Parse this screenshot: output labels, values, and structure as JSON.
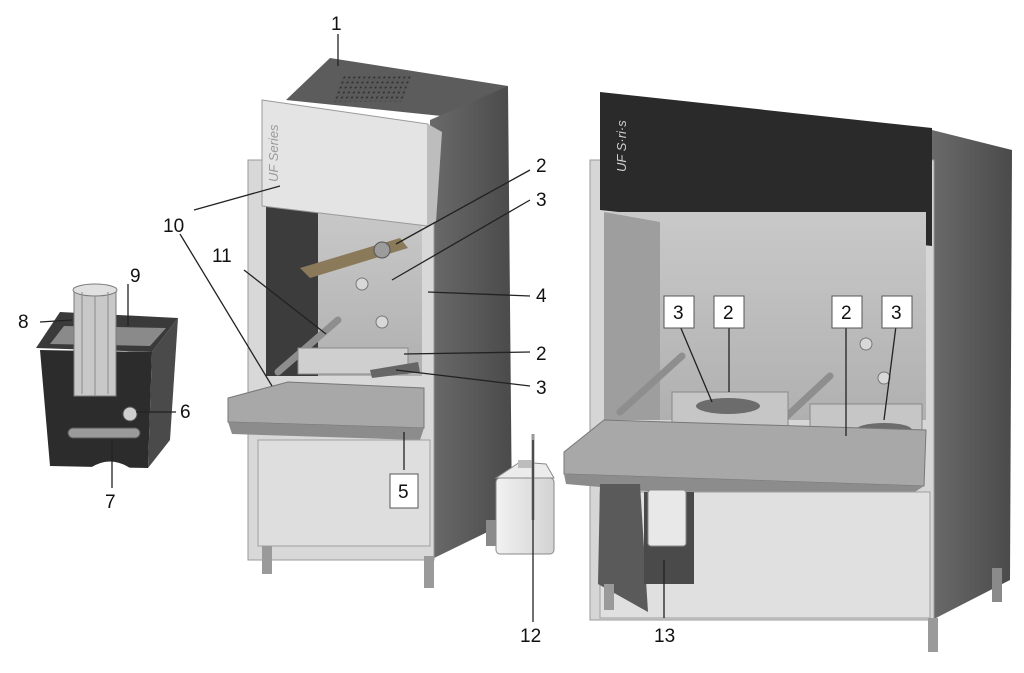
{
  "figure": {
    "brand_left": "UF Series",
    "brand_right": "UF S·ri·s"
  },
  "callouts": {
    "c1": "1",
    "c2a": "2",
    "c3a": "3",
    "c4": "4",
    "c2b": "2",
    "c3b": "3",
    "c5": "5",
    "c6": "6",
    "c7": "7",
    "c8": "8",
    "c9": "9",
    "c10": "10",
    "c11": "11",
    "c12": "12",
    "c13": "13",
    "c3c": "3",
    "c2c": "2",
    "c2d": "2",
    "c3d": "3"
  }
}
